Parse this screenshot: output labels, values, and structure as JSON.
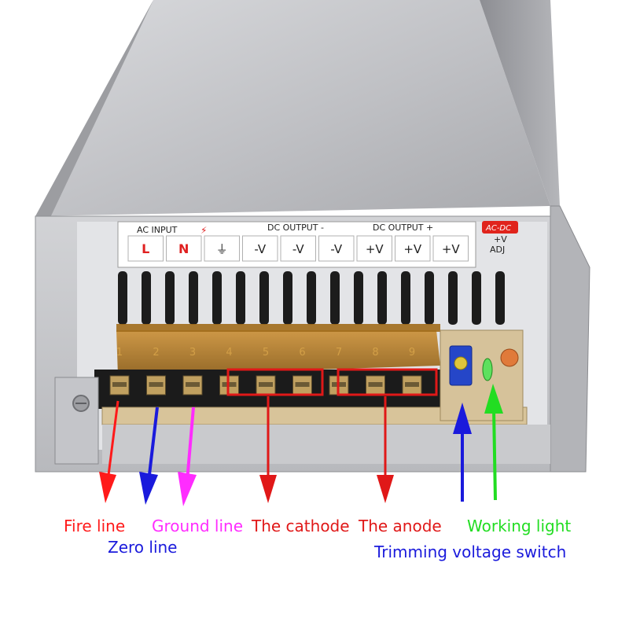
{
  "panel": {
    "ac_input": "AC INPUT",
    "dc_output_minus": "DC OUTPUT -",
    "dc_output_plus": "DC OUTPUT +",
    "badge": "AC-DC",
    "adj_plus_v": "+V",
    "adj": "ADJ",
    "terminals": [
      "L",
      "N",
      "⏚",
      "-V",
      "-V",
      "-V",
      "+V",
      "+V",
      "+V"
    ],
    "terminal_numbers": [
      "1",
      "2",
      "3",
      "4",
      "5",
      "6",
      "7",
      "8",
      "9"
    ]
  },
  "labels": {
    "fire_line": "Fire line",
    "zero_line": "Zero line",
    "ground_line": "Ground line",
    "cathode": "The cathode",
    "anode": "The anode",
    "working_light": "Working light",
    "trimming_switch": "Trimming voltage switch"
  },
  "colors": {
    "fire": "#ff1a1a",
    "zero": "#1a1adc",
    "ground": "#ff2cff",
    "cathode": "#e01818",
    "anode": "#e01818",
    "working": "#22dd22",
    "trimming": "#1a1adc"
  }
}
